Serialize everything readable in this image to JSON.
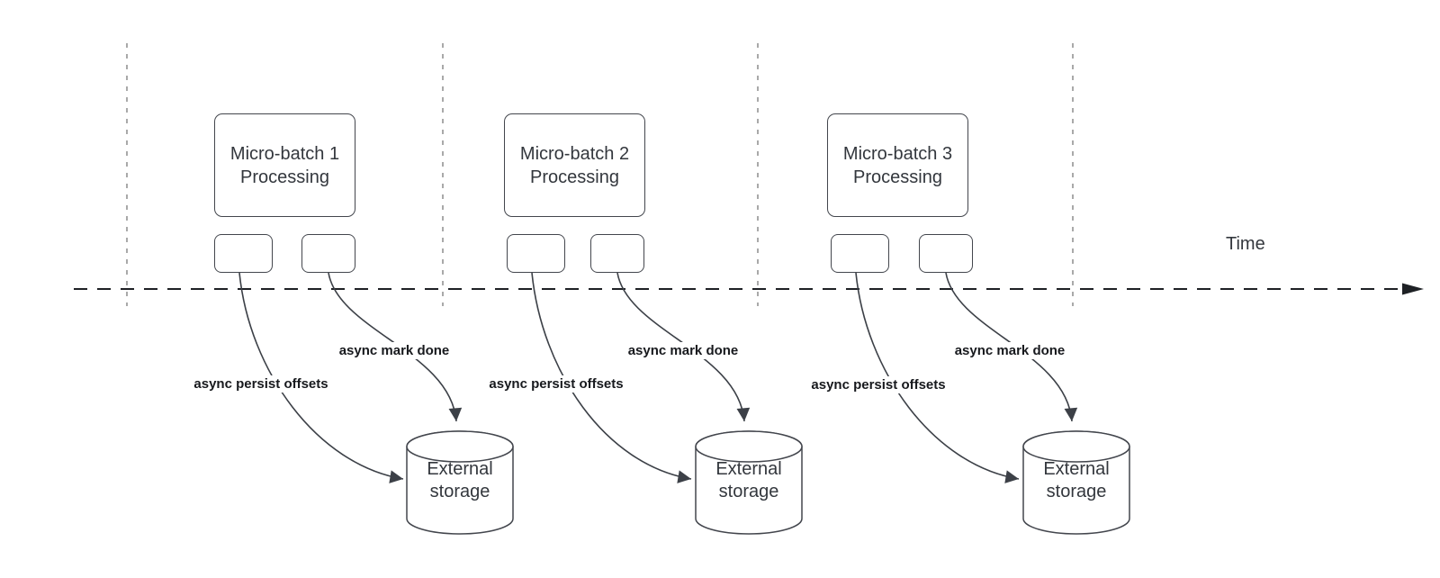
{
  "diagram": {
    "time_axis_label": "Time",
    "groups": [
      {
        "box_label": "Micro-batch 1 Processing",
        "persist_label": "async persist offsets",
        "mark_done_label": "async mark done",
        "storage_label": "External storage"
      },
      {
        "box_label": "Micro-batch 2 Processing",
        "persist_label": "async persist offsets",
        "mark_done_label": "async mark done",
        "storage_label": "External storage"
      },
      {
        "box_label": "Micro-batch 3 Processing",
        "persist_label": "async persist offsets",
        "mark_done_label": "async mark done",
        "storage_label": "External storage"
      }
    ],
    "colors": {
      "shape_stroke": "#43464d",
      "arrow_stroke": "#3c4047",
      "timeline_color": "#1e2125",
      "guide_color": "#a9a9a9",
      "shape_text": "#33373d",
      "flow_label_text": "#17191d"
    }
  }
}
